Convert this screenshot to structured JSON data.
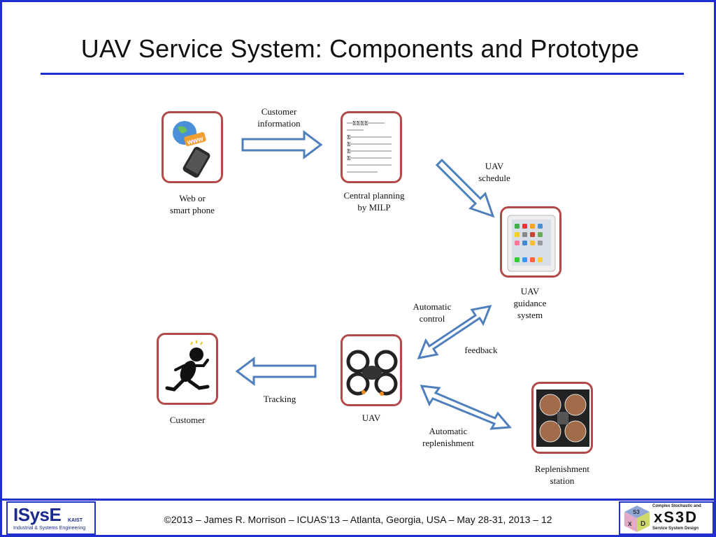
{
  "slide": {
    "title": "UAV Service System: Components and Prototype"
  },
  "nodes": {
    "web_phone": {
      "label_l1": "Web or",
      "label_l2": "smart phone",
      "www": "www"
    },
    "central_planning": {
      "label_l1": "Central planning",
      "label_l2": "by MILP"
    },
    "uav_guidance": {
      "label_l1": "UAV",
      "label_l2": "guidance",
      "label_l3": "system"
    },
    "customer": {
      "label": "Customer"
    },
    "uav": {
      "label": "UAV"
    },
    "replenishment_station": {
      "label_l1": "Replenishment",
      "label_l2": "station"
    }
  },
  "edges": {
    "customer_info": {
      "l1": "Customer",
      "l2": "information"
    },
    "uav_schedule": {
      "l1": "UAV",
      "l2": "schedule"
    },
    "automatic_control": {
      "l1": "Automatic",
      "l2": "control"
    },
    "feedback": {
      "label": "feedback"
    },
    "tracking": {
      "label": "Tracking"
    },
    "automatic_replenishment": {
      "l1": "Automatic",
      "l2": "replenishment"
    }
  },
  "footer": {
    "text": "©2013 – James R. Morrison – ICUAS’13 – Atlanta, Georgia, USA – May 28-31, 2013 – 12",
    "left_logo": {
      "main": "ISysE",
      "sub": "KAIST",
      "caption": "Industrial & Systems Engineering"
    },
    "right_logo": {
      "top": "Complex Stochastic and",
      "main": "xS3D",
      "bottom": "Service System Design",
      "cube_top": "S3",
      "cube_left": "x",
      "cube_right": "D"
    }
  },
  "colors": {
    "border": "#1f2fd0",
    "box_border": "#b24a4a",
    "arrow_stroke": "#4f80bd"
  }
}
